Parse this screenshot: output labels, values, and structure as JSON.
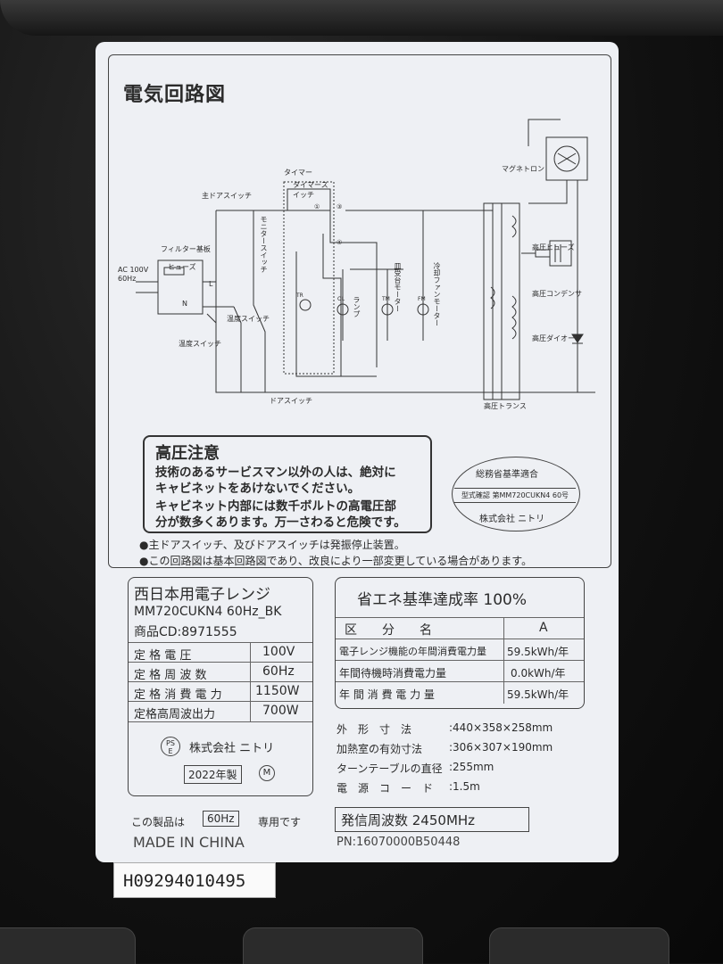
{
  "diagram": {
    "title": "電気回路図",
    "labels": {
      "timer": "タイマー",
      "timer_switch": "タイマースイッチ",
      "main_door_switch": "主ドアスイッチ",
      "monitor_switch": "モニタースイッチ",
      "filter_board": "フィルター基板",
      "ac_input": "AC 100V\n60Hz",
      "fuse": "ヒューズ",
      "temp_switch_1": "温度スイッチ",
      "temp_switch_2": "温度スイッチ",
      "lamp": "ランプ",
      "plate_motor": "皿受台モーター",
      "fan_motor": "冷却ファンモーター",
      "door_switch": "ドアスイッチ",
      "magnetron": "マグネトロン",
      "hv_fuse": "高圧ヒューズ",
      "hv_capacitor": "高圧コンデンサ",
      "hv_diode": "高圧ダイオード",
      "hv_transformer": "高圧トランス",
      "pin1": "①",
      "pin3": "③",
      "pin4": "④",
      "TR": "TR",
      "OL": "OL",
      "TM": "TM",
      "FM": "FM",
      "L": "L",
      "N": "N"
    },
    "warning": {
      "title": "高圧注意",
      "lines": [
        "技術のあるサービスマン以外の人は、絶対に",
        "キャビネットをあけないでください。",
        "キャビネット内部には数千ボルトの高電圧部",
        "分が数多くあります。万一さわると危険です。"
      ]
    },
    "approval": {
      "line1": "総務省基準適合",
      "line2": "型式確認 第MM720CUKN4 60号",
      "line3": "株式会社 ニトリ"
    },
    "notes": [
      "●主ドアスイッチ、及びドアスイッチは発振停止装置。",
      "●この回路図は基本回路図であり、改良により一部変更している場合があります。"
    ]
  },
  "specs": {
    "region": "西日本用電子レンジ",
    "model": "MM720CUKN4 60Hz_BK",
    "product_code": "商品CD:8971555",
    "rows": [
      {
        "label": "定 格 電 圧",
        "value": "100V"
      },
      {
        "label": "定 格 周 波 数",
        "value": "60Hz"
      },
      {
        "label": "定 格 消 費 電 力",
        "value": "1150W"
      },
      {
        "label": "定格高周波出力",
        "value": "700W"
      }
    ],
    "pse": "PS\nE",
    "maker": "株式会社 ニトリ",
    "year": "2022年製",
    "m_mark": "M"
  },
  "eco": {
    "title": "省エネ基準達成率 100%",
    "header": {
      "label": "区　　分　　名",
      "value": "A"
    },
    "rows": [
      {
        "label": "電子レンジ機能の年間消費電力量",
        "value": "59.5kWh/年"
      },
      {
        "label": "年間待機時消費電力量",
        "value": "0.0kWh/年"
      },
      {
        "label": "年 間 消 費 電 力 量",
        "value": "59.5kWh/年"
      }
    ]
  },
  "dimensions": [
    {
      "label": "外　形　寸　法",
      "value": ":440×358×258mm"
    },
    {
      "label": "加熱室の有効寸法",
      "value": ":306×307×190mm"
    },
    {
      "label": "ターンテーブルの直径",
      "value": ":255mm"
    },
    {
      "label": "電　源　コ　ー　ド",
      "value": ":1.5m"
    }
  ],
  "footer": {
    "use_prefix": "この製品は",
    "use_freq": "60Hz",
    "use_suffix": "専用です",
    "made_in": "MADE IN CHINA",
    "oscillation": "発信周波数 2450MHz",
    "pn": "PN:16070000B50448"
  },
  "serial": "H09294010495",
  "colors": {
    "label_bg": "#eef0f4",
    "case": "#141414",
    "ink": "#2b2b2b"
  }
}
